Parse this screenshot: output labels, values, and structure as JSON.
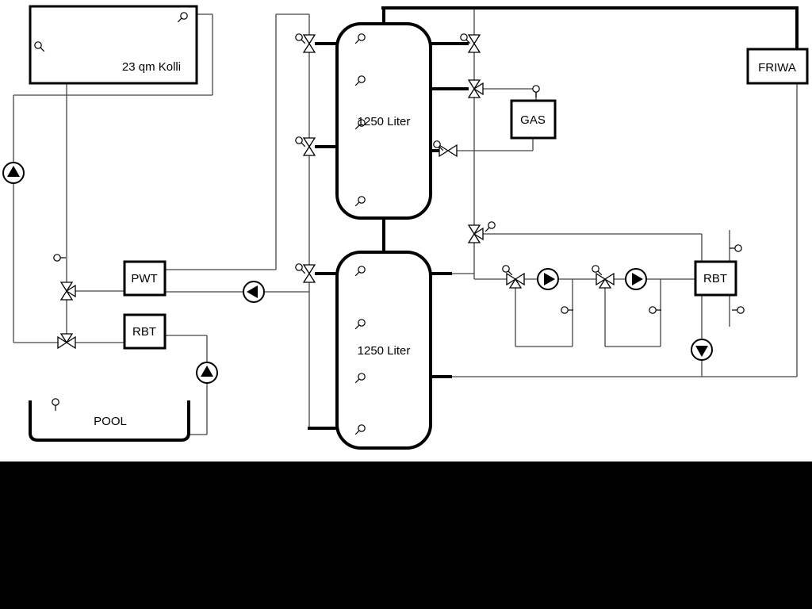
{
  "diagram": {
    "type": "hydraulic-heating-schematic",
    "labels": {
      "collector": "23 qm Kolli",
      "tank1": "1250 Liter",
      "tank2": "1250 Liter",
      "gas": "GAS",
      "friwa": "FRIWA",
      "pwt": "PWT",
      "rbt_left": "RBT",
      "rbt_right": "RBT",
      "pool": "POOL"
    },
    "colors": {
      "background": "#ffffff",
      "outline": "#000000",
      "pipe_thin": "#444444",
      "pipe_thick": "#000000",
      "footer_band": "#000000"
    }
  }
}
